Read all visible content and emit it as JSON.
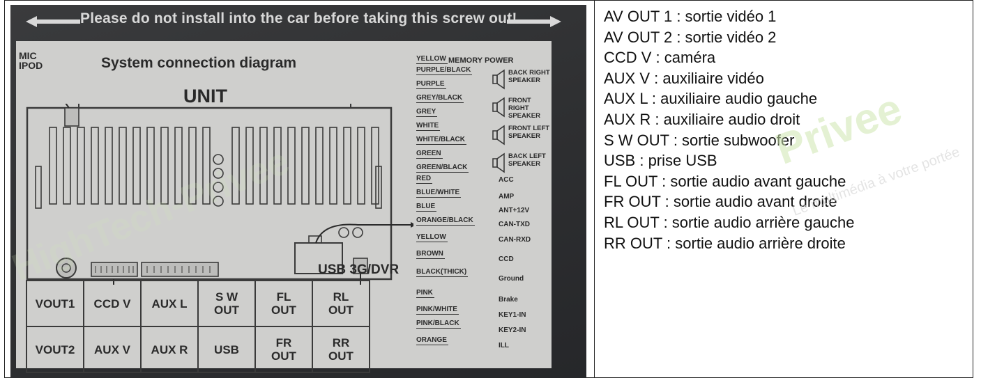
{
  "photo": {
    "warning_text": "Please do not install into the car before taking this screw out!",
    "mic_label_line1": "MIC",
    "mic_label_line2": "IPOD",
    "title": "System connection diagram",
    "unit_label": "UNIT",
    "usb_label": "USB 3G/DVR",
    "grid": [
      [
        "VOUT1",
        "CCD V",
        "AUX L",
        "S W\nOUT",
        "FL\nOUT",
        "RL\nOUT"
      ],
      [
        "VOUT2",
        "AUX V",
        "AUX R",
        "USB",
        "FR\nOUT",
        "RR\nOUT"
      ]
    ],
    "wires_top_label": "YELLOW",
    "wires_top_func": "MEMORY POWER",
    "speakers": [
      {
        "wires": [
          "PURPLE/BLACK",
          "PURPLE"
        ],
        "label": "BACK RIGHT\nSPEAKER"
      },
      {
        "wires": [
          "GREY/BLACK",
          "GREY"
        ],
        "label": "FRONT RIGHT\nSPEAKER"
      },
      {
        "wires": [
          "WHITE",
          "WHITE/BLACK"
        ],
        "label": "FRONT LEFT\nSPEAKER"
      },
      {
        "wires": [
          "GREEN",
          "GREEN/BLACK"
        ],
        "label": "BACK LEFT\nSPEAKER"
      }
    ],
    "wires": [
      {
        "color": "RED",
        "func": "ACC"
      },
      {
        "color": "BLUE/WHITE",
        "func": "AMP"
      },
      {
        "color": "BLUE",
        "func": "ANT+12V"
      },
      {
        "color": "ORANGE/BLACK",
        "func": "CAN-TXD"
      },
      {
        "color": "YELLOW",
        "func": "CAN-RXD"
      },
      {
        "color": "BROWN",
        "func": "CCD"
      },
      {
        "color": "BLACK(THICK)",
        "func": "Ground"
      },
      {
        "color": "PINK",
        "func": "Brake"
      },
      {
        "color": "PINK/WHITE",
        "func": "KEY1-IN"
      },
      {
        "color": "PINK/BLACK",
        "func": "KEY2-IN"
      },
      {
        "color": "ORANGE",
        "func": "ILL"
      }
    ]
  },
  "legend": [
    "AV OUT 1 : sortie vidéo 1",
    "AV OUT 2 : sortie vidéo 2",
    "CCD V : caméra",
    "AUX V : auxiliaire vidéo",
    "AUX L : auxiliaire audio gauche",
    "AUX R : auxiliaire audio droit",
    "S W OUT : sortie subwoofer",
    "USB : prise USB",
    "FL OUT : sortie audio avant gauche",
    "FR OUT : sortie audio avant droite",
    "RL OUT : sortie audio arrière gauche",
    "RR OUT : sortie audio arrière droite"
  ],
  "watermark": {
    "brand": "HighTech-Privee",
    "tagline": "Le multimédia à votre portée",
    "color": "#cfe7b0"
  }
}
